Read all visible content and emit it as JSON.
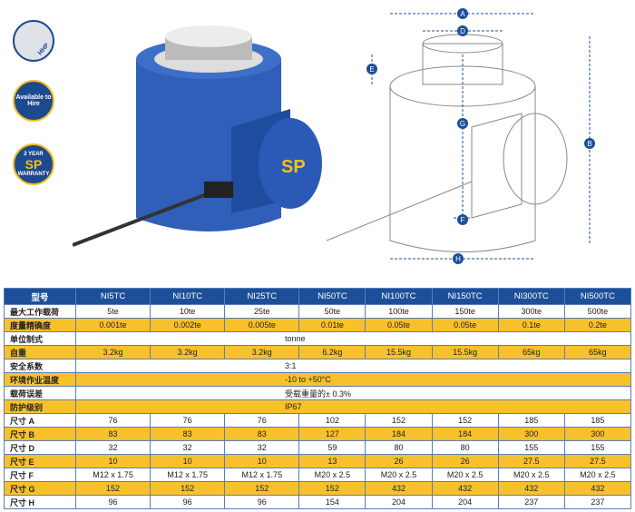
{
  "badges": {
    "hhp": "HHP",
    "hire": "Available to Hire",
    "warranty_top": "2 YEAR",
    "warranty_bottom": "WARRANTY",
    "logo": "SP"
  },
  "drawing_labels": [
    "A",
    "D",
    "E",
    "G",
    "B",
    "F",
    "H"
  ],
  "colors": {
    "header": "#1c4f99",
    "stripe": "#f8c12c",
    "product": "#2f5fb8"
  },
  "table": {
    "header_label": "型号",
    "models": [
      "NI5TC",
      "NI10TC",
      "NI25TC",
      "NI50TC",
      "NI100TC",
      "NI150TC",
      "NI300TC",
      "NI500TC"
    ],
    "rows": [
      {
        "label": "最大工作载荷",
        "values": [
          "5te",
          "10te",
          "25te",
          "50te",
          "100te",
          "150te",
          "300te",
          "500te"
        ]
      },
      {
        "label": "度量精确度",
        "values": [
          "0.001te",
          "0.002te",
          "0.005te",
          "0.01te",
          "0.05te",
          "0.05te",
          "0.1te",
          "0.2te"
        ]
      },
      {
        "label": "单位制式",
        "span": "tonne"
      },
      {
        "label": "自重",
        "values": [
          "3.2kg",
          "3.2kg",
          "3.2kg",
          "6.2kg",
          "15.5kg",
          "15.5kg",
          "65kg",
          "65kg"
        ]
      },
      {
        "label": "安全系数",
        "span": "3:1"
      },
      {
        "label": "环境作业温度",
        "span": "-10 to +50°C"
      },
      {
        "label": "载荷误差",
        "span": "受载重量的± 0.3%"
      },
      {
        "label": "防护级别",
        "span": "IP67"
      },
      {
        "label": "尺寸 A",
        "values": [
          "76",
          "76",
          "76",
          "102",
          "152",
          "152",
          "185",
          "185"
        ]
      },
      {
        "label": "尺寸 B",
        "values": [
          "83",
          "83",
          "83",
          "127",
          "184",
          "184",
          "300",
          "300"
        ]
      },
      {
        "label": "尺寸 D",
        "values": [
          "32",
          "32",
          "32",
          "59",
          "80",
          "80",
          "155",
          "155"
        ]
      },
      {
        "label": "尺寸 E",
        "values": [
          "10",
          "10",
          "10",
          "13",
          "26",
          "26",
          "27.5",
          "27.5"
        ]
      },
      {
        "label": "尺寸 F",
        "values": [
          "M12 x 1.75",
          "M12 x 1.75",
          "M12 x 1.75",
          "M20 x 2.5",
          "M20 x 2.5",
          "M20 x 2.5",
          "M20 x 2.5",
          "M20 x 2.5"
        ]
      },
      {
        "label": "尺寸 G",
        "values": [
          "152",
          "152",
          "152",
          "152",
          "432",
          "432",
          "432",
          "432"
        ]
      },
      {
        "label": "尺寸 H",
        "values": [
          "96",
          "96",
          "96",
          "154",
          "204",
          "204",
          "237",
          "237"
        ]
      }
    ]
  }
}
